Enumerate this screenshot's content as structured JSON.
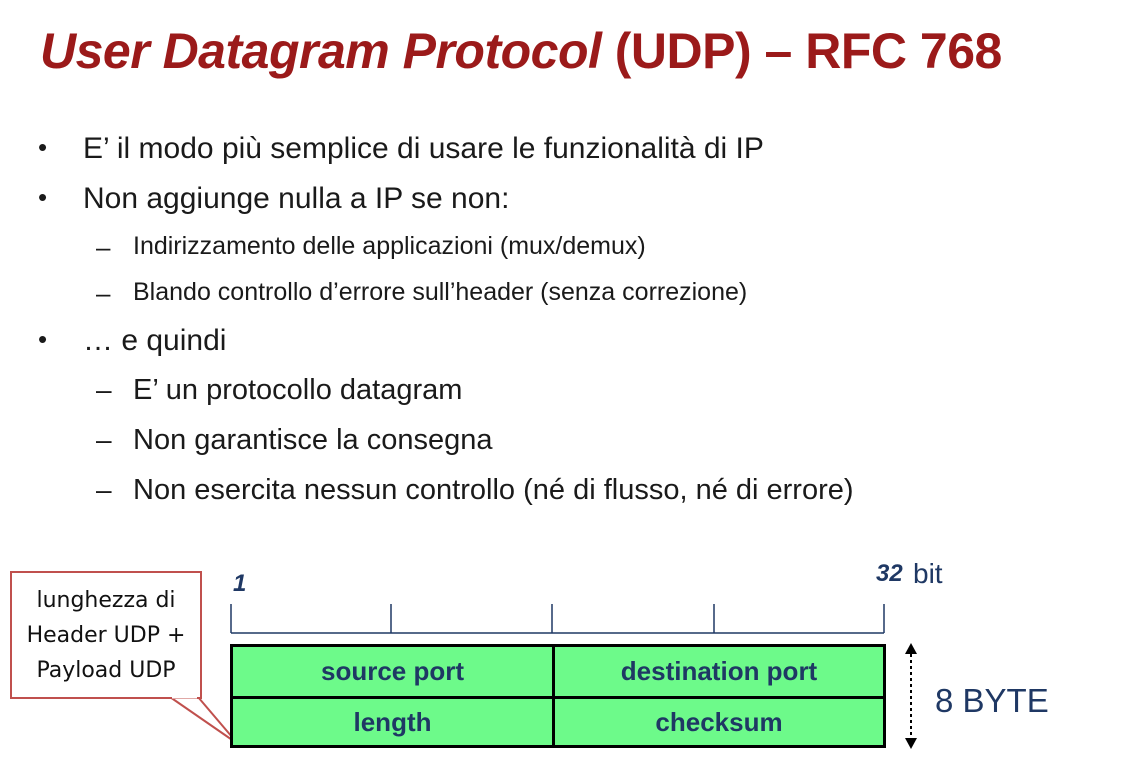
{
  "title": {
    "italic_part": "User Datagram Protocol",
    "rest": " (UDP) – RFC 768"
  },
  "bullets": [
    {
      "level": 1,
      "marker": "•",
      "text": "E’ il modo più semplice di usare le funzionalità di IP"
    },
    {
      "level": 1,
      "marker": "•",
      "text": "Non aggiunge nulla a IP se non:"
    },
    {
      "level": 2,
      "marker": "–",
      "text": "Indirizzamento delle applicazioni (mux/demux)"
    },
    {
      "level": 2,
      "marker": "–",
      "text": "Blando controllo d’errore sull’header (senza correzione)"
    },
    {
      "level": 1,
      "marker": "•",
      "text": "… e quindi"
    },
    {
      "level": 2,
      "marker": "–",
      "text": "E’ un protocollo datagram"
    },
    {
      "level": 2,
      "marker": "–",
      "text": "Non garantisce la consegna"
    },
    {
      "level": 2,
      "marker": "–",
      "text": "Non esercita nessun controllo (né di flusso, né di errore)"
    }
  ],
  "diagram": {
    "callout_lines": [
      "lunghezza di",
      "Header UDP +",
      "Payload UDP"
    ],
    "bit_start": "1",
    "bit_end": "32",
    "bit_unit": "bit",
    "fields": {
      "source_port": "source port",
      "destination_port": "destination port",
      "length": "length",
      "checksum": "checksum"
    },
    "size_label": "8 BYTE",
    "colors": {
      "field_fill": "#6dfa8a",
      "field_text": "#1f3864",
      "callout_border": "#c0504d",
      "title": "#9b1a1a"
    }
  }
}
